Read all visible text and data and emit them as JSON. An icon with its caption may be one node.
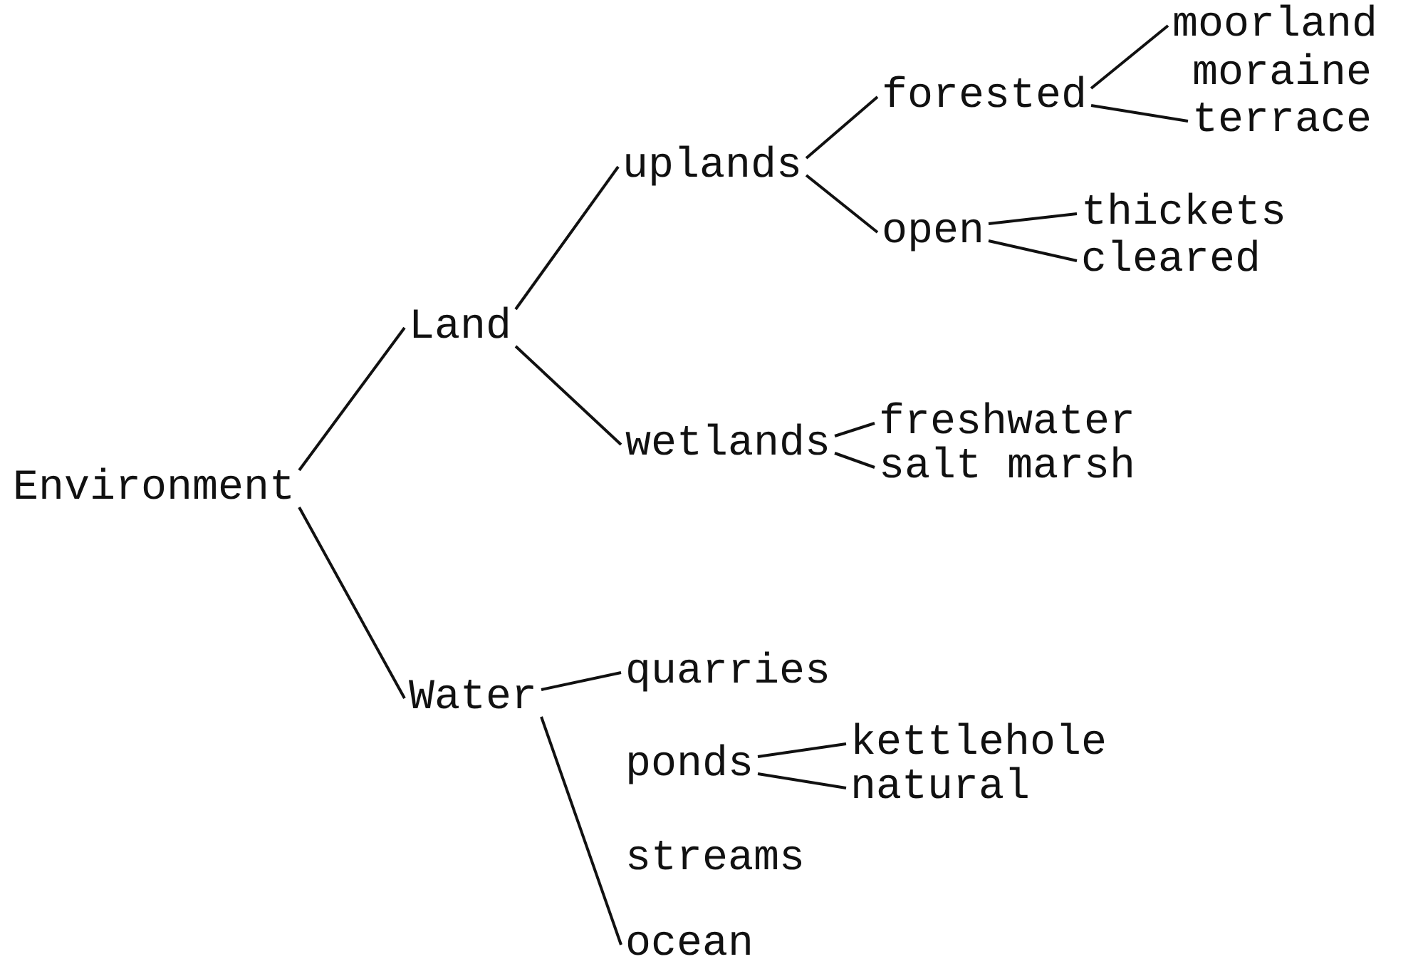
{
  "diagram": {
    "nodes": [
      {
        "text": [
          "Environment"
        ]
      },
      {
        "text": [
          "Land"
        ]
      },
      {
        "text": [
          "Water"
        ]
      },
      {
        "text": [
          "uplands"
        ]
      },
      {
        "text": [
          "wetlands"
        ]
      },
      {
        "text": [
          "forested"
        ]
      },
      {
        "text": [
          "open"
        ]
      },
      {
        "text": [
          "moorland"
        ]
      },
      {
        "text": [
          "terrace"
        ]
      },
      {
        "text": [
          "thickets"
        ]
      },
      {
        "text": [
          "cleared"
        ]
      },
      {
        "text": [
          "freshwater"
        ]
      },
      {
        "text": [
          "salt marsh"
        ]
      },
      {
        "text": [
          "quarries"
        ]
      },
      {
        "text": [
          "ponds"
        ]
      },
      {
        "text": [
          "kettlehole"
        ]
      },
      {
        "text": [
          "natural"
        ]
      },
      {
        "text": [
          "ocean"
        ]
      }
    ],
    "edges": [
      {
        "from": 0,
        "to": 1,
        "arrow": "none"
      },
      {
        "from": 0,
        "to": 2,
        "arrow": "none"
      },
      {
        "from": 1,
        "to": 3,
        "arrow": "none"
      },
      {
        "from": 1,
        "to": 4,
        "arrow": "none"
      },
      {
        "from": 3,
        "to": 5,
        "arrow": "none"
      },
      {
        "from": 3,
        "to": 6,
        "arrow": "none"
      },
      {
        "from": 5,
        "to": 7,
        "arrow": "none"
      },
      {
        "from": 5,
        "to": 8,
        "arrow": "none"
      },
      {
        "from": 6,
        "to": 9,
        "arrow": "none"
      },
      {
        "from": 6,
        "to": 10,
        "arrow": "none"
      },
      {
        "from": 4,
        "to": 11,
        "arrow": "none"
      },
      {
        "from": 4,
        "to": 12,
        "arrow": "none"
      },
      {
        "from": 2,
        "to": 13,
        "arrow": "none"
      },
      {
        "from": 2,
        "to": 17,
        "arrow": "none"
      },
      {
        "from": 14,
        "to": 15,
        "arrow": "none"
      },
      {
        "from": 14,
        "to": 16,
        "arrow": "none"
      }
    ],
    "labels": [
      "moraine",
      "streams"
    ]
  }
}
